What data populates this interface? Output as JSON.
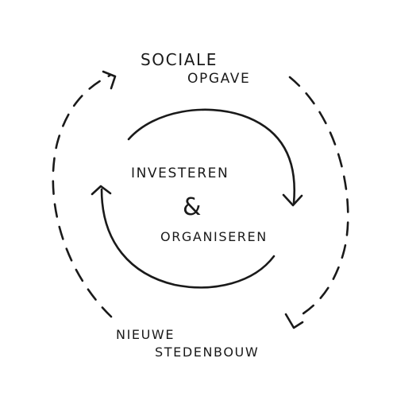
{
  "labels": {
    "top_line1": "SOCIALE",
    "top_line2": "OPGAVE",
    "center_line1": "INVESTEREN",
    "center_amp": "&",
    "center_line2": "ORGANISEREN",
    "bottom_line1": "NIEUWE",
    "bottom_line2": "STEDENBOUW"
  },
  "colors": {
    "ink": "#1a1a1a",
    "paper": "#ffffff"
  }
}
